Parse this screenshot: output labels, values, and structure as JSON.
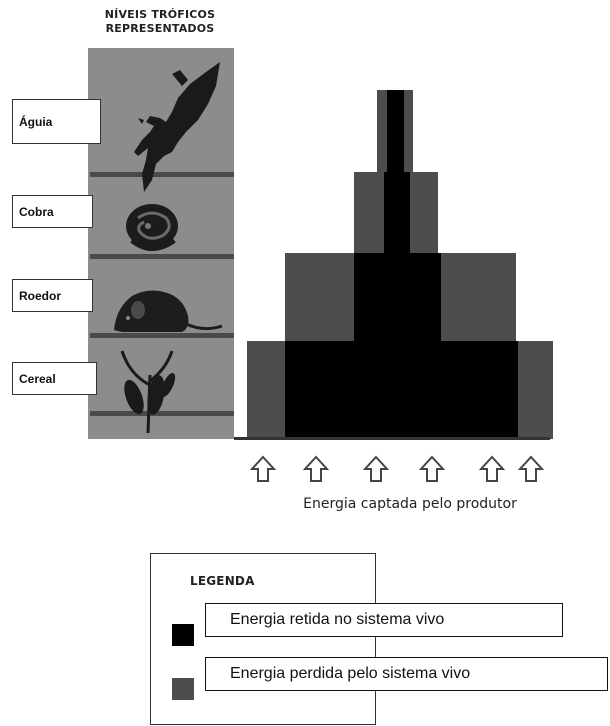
{
  "header": {
    "line1": "NÍVEIS TRÓFICOS",
    "line2": "REPRESENTADOS"
  },
  "trophic_levels": [
    {
      "label": "Águia",
      "icon": "eagle-icon"
    },
    {
      "label": "Cobra",
      "icon": "snake-icon"
    },
    {
      "label": "Roedor",
      "icon": "rodent-icon"
    },
    {
      "label": "Cereal",
      "icon": "cereal-icon"
    }
  ],
  "caption": "Energia captada pelo produtor",
  "legend": {
    "title": "LEGENDA",
    "items": [
      {
        "label": "Energia retida no sistema vivo",
        "color": "#000000"
      },
      {
        "label": "Energia perdida pelo sistema vivo",
        "color": "#4d4d4d"
      }
    ]
  },
  "colors": {
    "retained": "#000000",
    "lost": "#4d4d4d",
    "panel": "#8c8c8c"
  }
}
